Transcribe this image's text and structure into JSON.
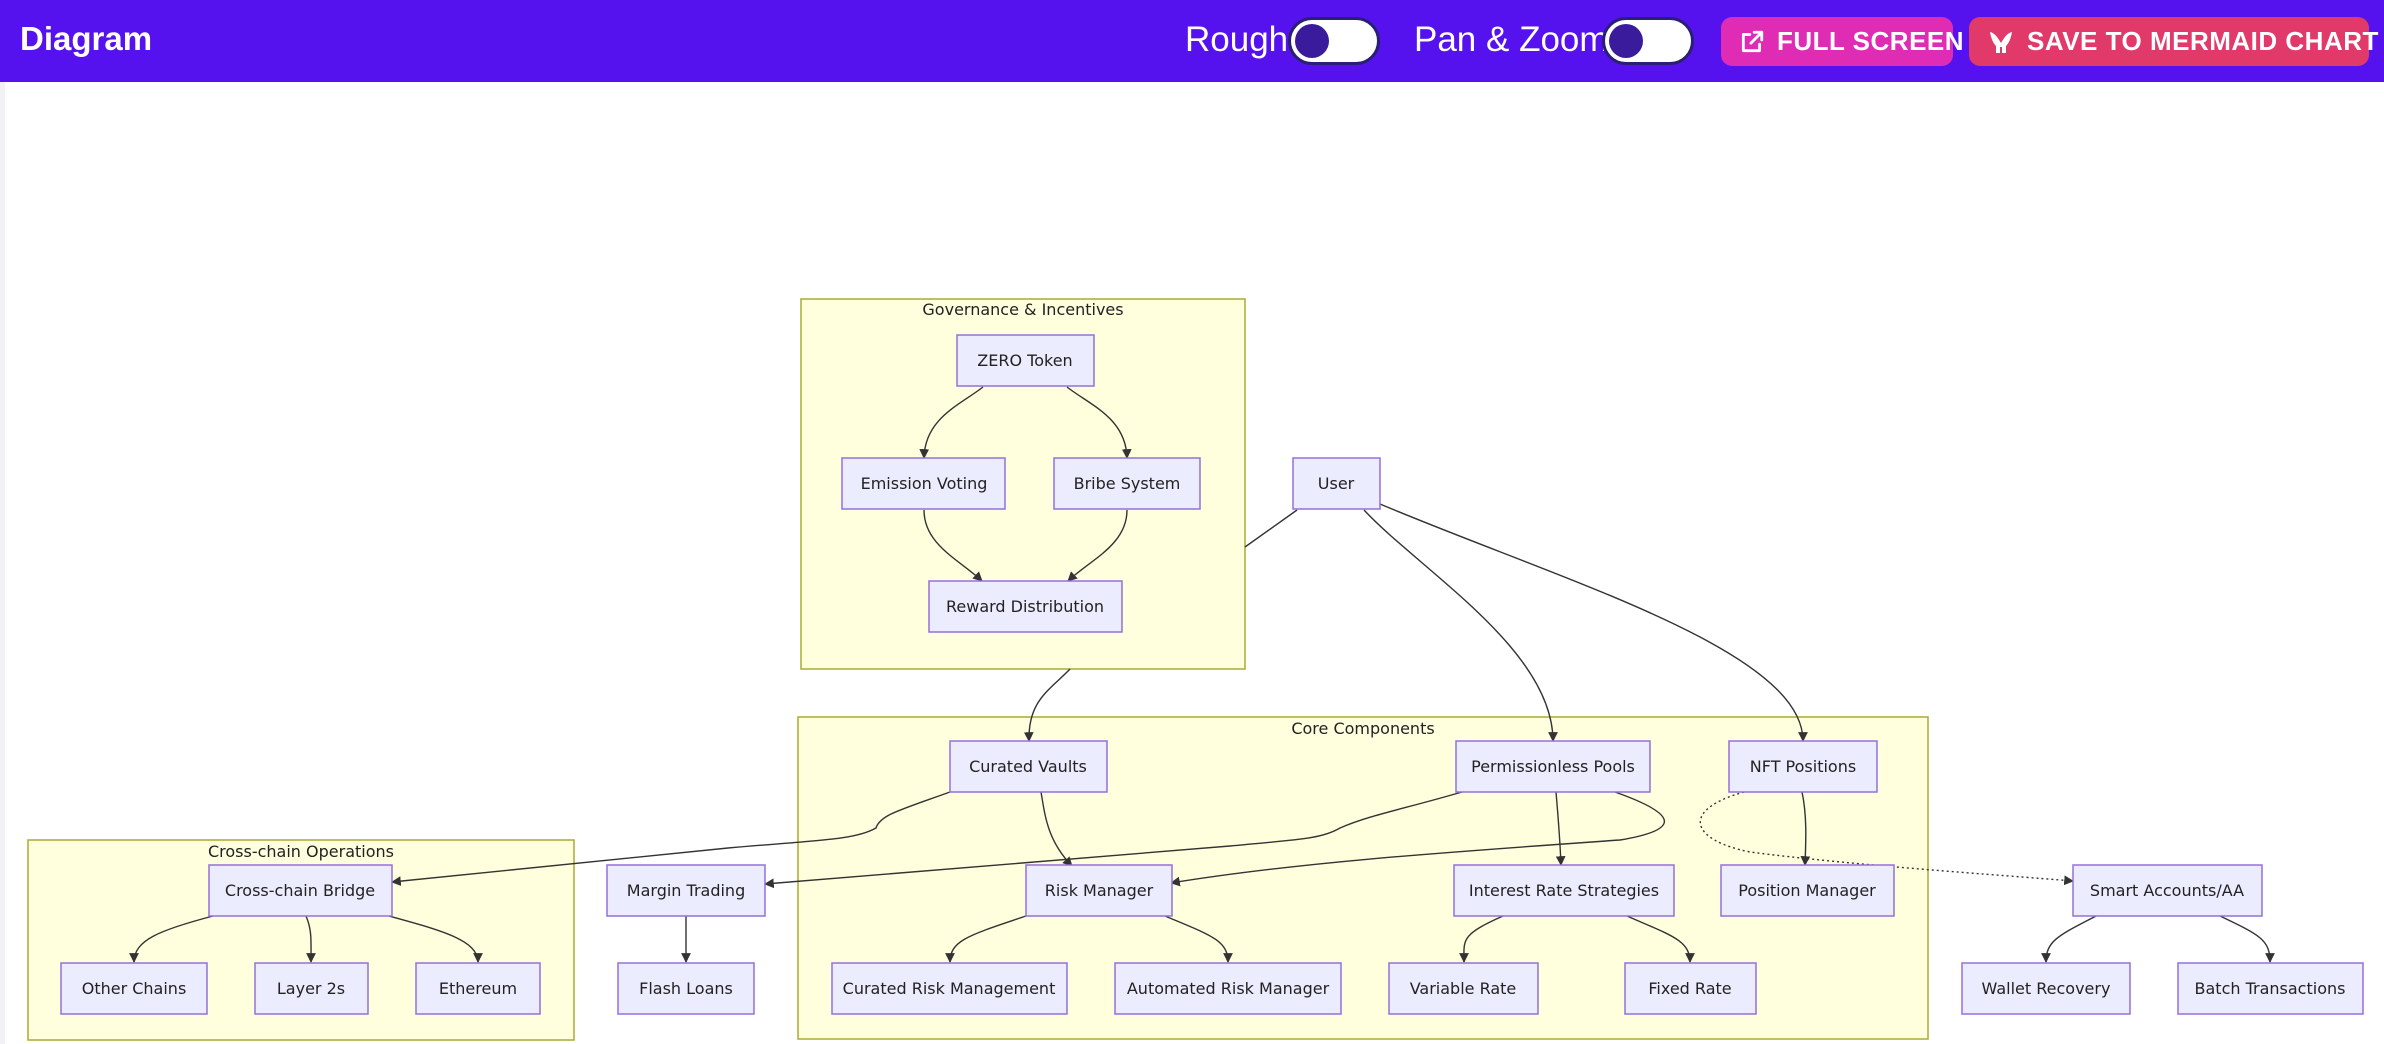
{
  "header": {
    "title": "Diagram",
    "rough_label": "Rough",
    "pan_zoom_label": "Pan & Zoom",
    "fullscreen_label": "FULL SCREEN",
    "save_label": "SAVE TO MERMAID CHART"
  },
  "clusters": {
    "governance": "Governance & Incentives",
    "core": "Core Components",
    "crosschain": "Cross-chain Operations"
  },
  "nodes": {
    "zero_token": "ZERO Token",
    "emission_voting": "Emission Voting",
    "bribe_system": "Bribe System",
    "reward_distribution": "Reward Distribution",
    "user": "User",
    "curated_vaults": "Curated Vaults",
    "permissionless_pools": "Permissionless Pools",
    "nft_positions": "NFT Positions",
    "risk_manager": "Risk Manager",
    "interest_rate_strategies": "Interest Rate Strategies",
    "position_manager": "Position Manager",
    "curated_risk_management": "Curated Risk Management",
    "automated_risk_manager": "Automated Risk Manager",
    "variable_rate": "Variable Rate",
    "fixed_rate": "Fixed Rate",
    "crosschain_bridge": "Cross-chain Bridge",
    "other_chains": "Other Chains",
    "layer_2s": "Layer 2s",
    "ethereum": "Ethereum",
    "margin_trading": "Margin Trading",
    "flash_loans": "Flash Loans",
    "smart_accounts": "Smart Accounts/AA",
    "wallet_recovery": "Wallet Recovery",
    "batch_transactions": "Batch Transactions"
  },
  "colors": {
    "header_bg": "#5512ee",
    "fullscreen_btn": "#e02cb4",
    "save_btn": "#e0396a",
    "node_fill": "#ececff",
    "node_stroke": "#9370db",
    "cluster_fill": "#ffffde",
    "cluster_stroke": "#aaaa33"
  },
  "toggles": {
    "rough": false,
    "pan_zoom": false
  },
  "icons": {
    "fullscreen": "external-link-icon",
    "save": "mermaid-chart-logo-icon"
  }
}
